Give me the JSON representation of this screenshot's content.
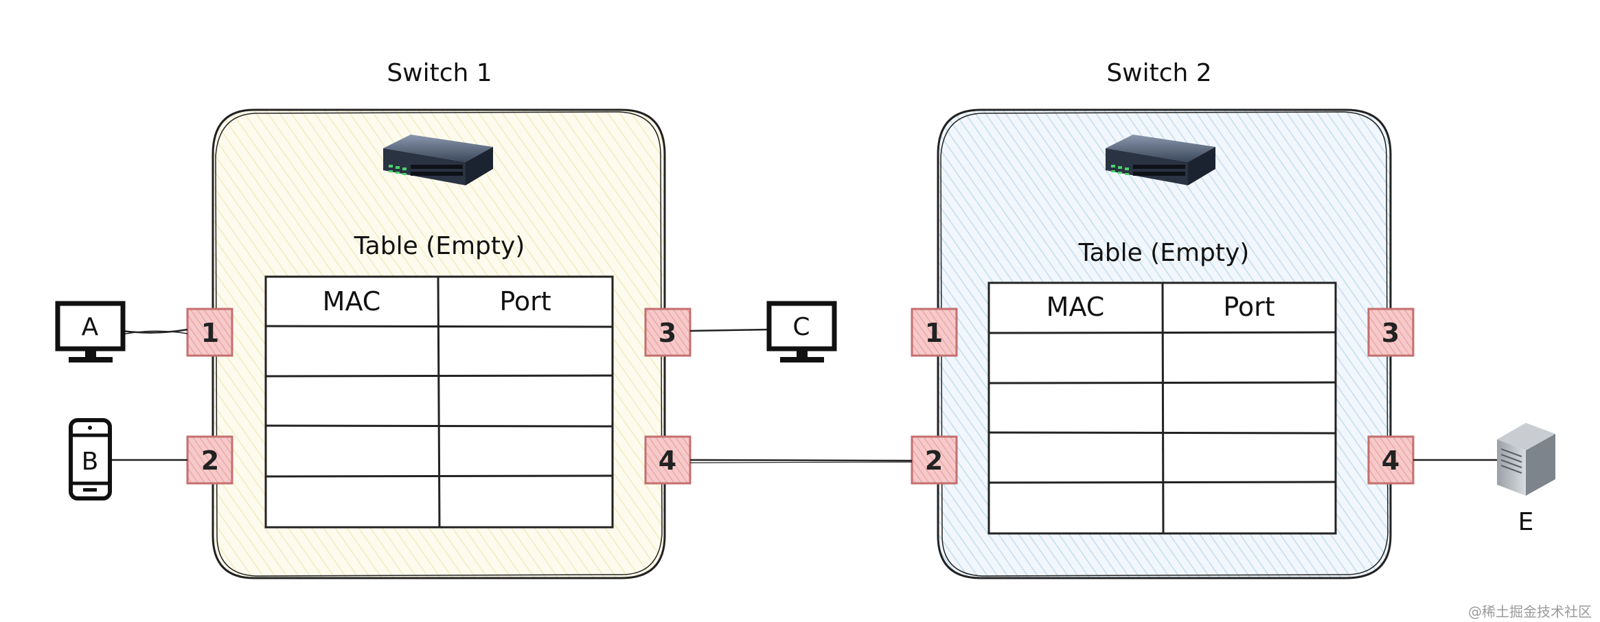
{
  "switch1": {
    "title": "Switch 1",
    "table_title": "Table (Empty)",
    "headers": [
      "MAC",
      "Port"
    ],
    "ports": [
      "1",
      "2",
      "3",
      "4"
    ],
    "fill": "#fbf8e4"
  },
  "switch2": {
    "title": "Switch 2",
    "table_title": "Table (Empty)",
    "headers": [
      "MAC",
      "Port"
    ],
    "ports": [
      "1",
      "2",
      "3",
      "4"
    ],
    "fill": "#e3eff8"
  },
  "devices": {
    "a": {
      "label": "A",
      "icon": "monitor-icon"
    },
    "b": {
      "label": "B",
      "icon": "phone-icon"
    },
    "c": {
      "label": "C",
      "icon": "monitor-icon"
    },
    "e": {
      "label": "E",
      "icon": "server-icon"
    }
  },
  "colors": {
    "port_fill": "#f3b8b8",
    "port_stroke": "#c97a7a",
    "line": "#222222"
  },
  "watermark": "@稀土掘金技术社区"
}
